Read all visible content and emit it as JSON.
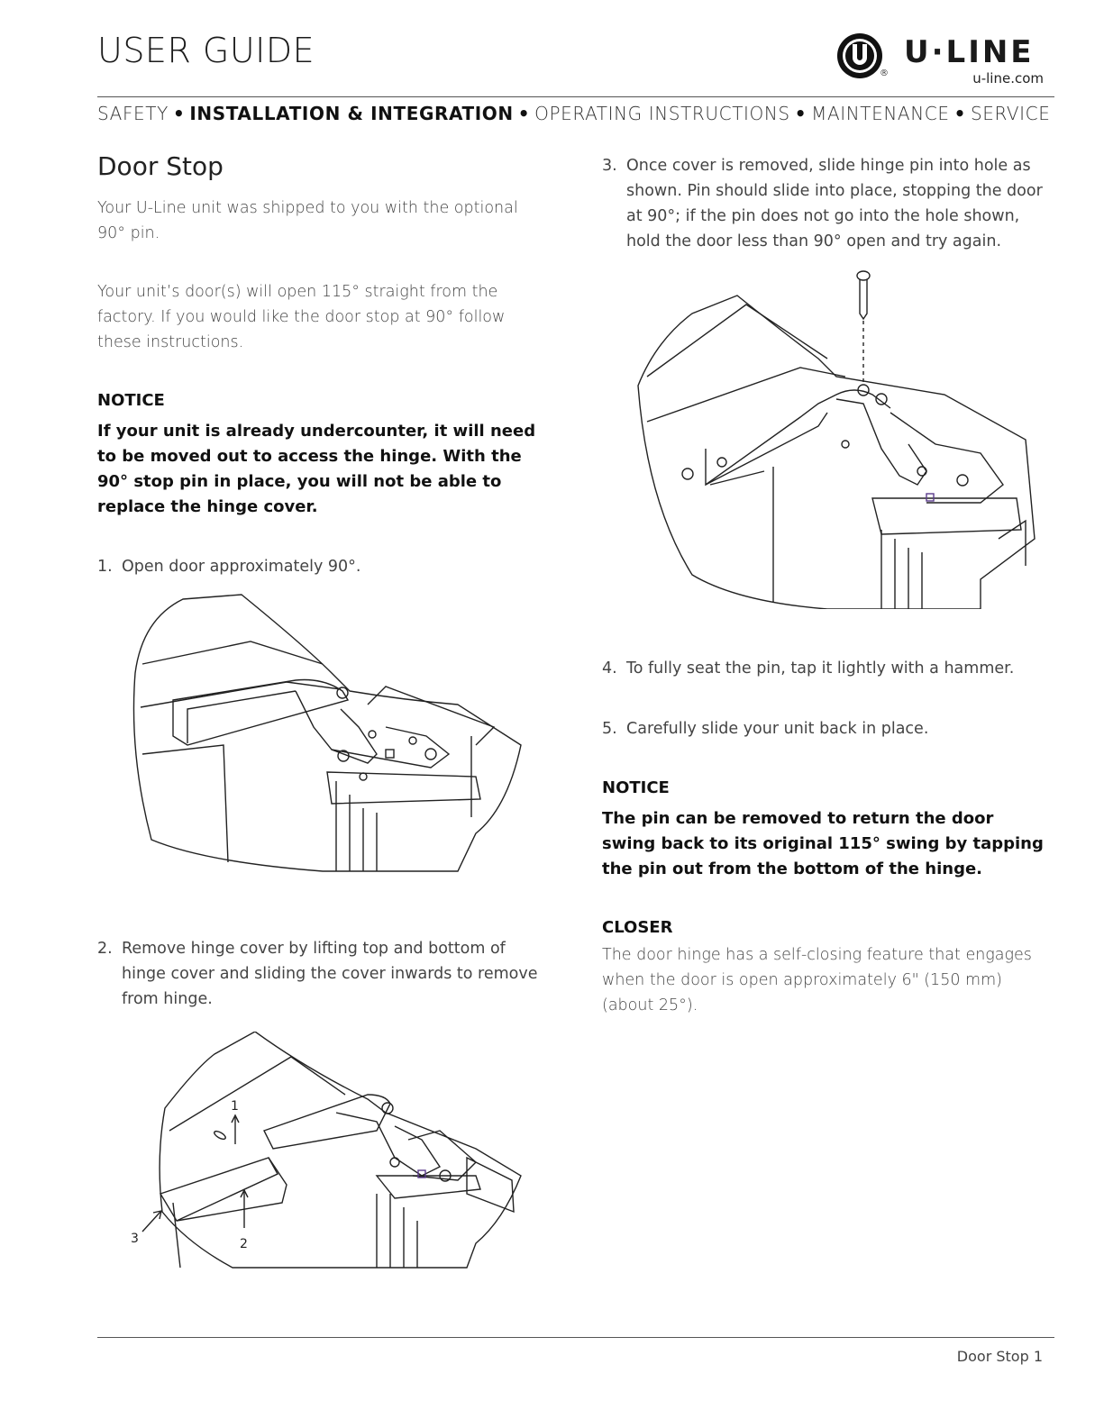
{
  "header": {
    "title": "USER GUIDE",
    "brand": "U·LINE",
    "brand_url": "u-line.com",
    "registered_mark": "®"
  },
  "nav": {
    "items": [
      "SAFETY",
      "INSTALLATION & INTEGRATION",
      "OPERATING INSTRUCTIONS",
      "MAINTENANCE",
      "SERVICE"
    ],
    "active_index": 1,
    "separator": "•"
  },
  "left": {
    "heading": "Door Stop",
    "intro1": "Your U-Line unit was shipped to you with the optional 90° pin.",
    "intro2": "Your unit’s door(s) will open 115° straight from the factory. If you would like the door stop at 90° follow these instructions.",
    "notice_label": "NOTICE",
    "notice_text": "If your unit is already undercounter, it will need to be moved out to access the hinge. With the 90° stop pin in place, you will not be able to replace the hinge cover.",
    "step1_num": "1.",
    "step1_text": "Open door approximately 90°.",
    "step2_num": "2.",
    "step2_text": "Remove hinge cover by lifting top and bottom of hinge cover and sliding the cover inwards to remove from hinge.",
    "callout_1": "1",
    "callout_2": "2",
    "callout_3": "3"
  },
  "right": {
    "step3_num": "3.",
    "step3_text": "Once cover is removed, slide hinge pin into hole as shown. Pin should slide into place, stopping the door at 90°; if the pin does not go into the hole shown, hold the door less than 90° open and try again.",
    "step4_num": "4.",
    "step4_text": "To fully seat the pin, tap it lightly with a hammer.",
    "step5_num": "5.",
    "step5_text": "Carefully slide your unit back in place.",
    "notice_label": "NOTICE",
    "notice_text": "The pin can be removed to return the door swing back to its original 115° swing by tapping the pin out from the bottom of the hinge.",
    "closer_label": "CLOSER",
    "closer_text": "The door hinge has a self-closing feature that engages when the door is open approximately 6\" (150 mm) (about 25°)."
  },
  "footer": {
    "label": "Door Stop 1"
  }
}
